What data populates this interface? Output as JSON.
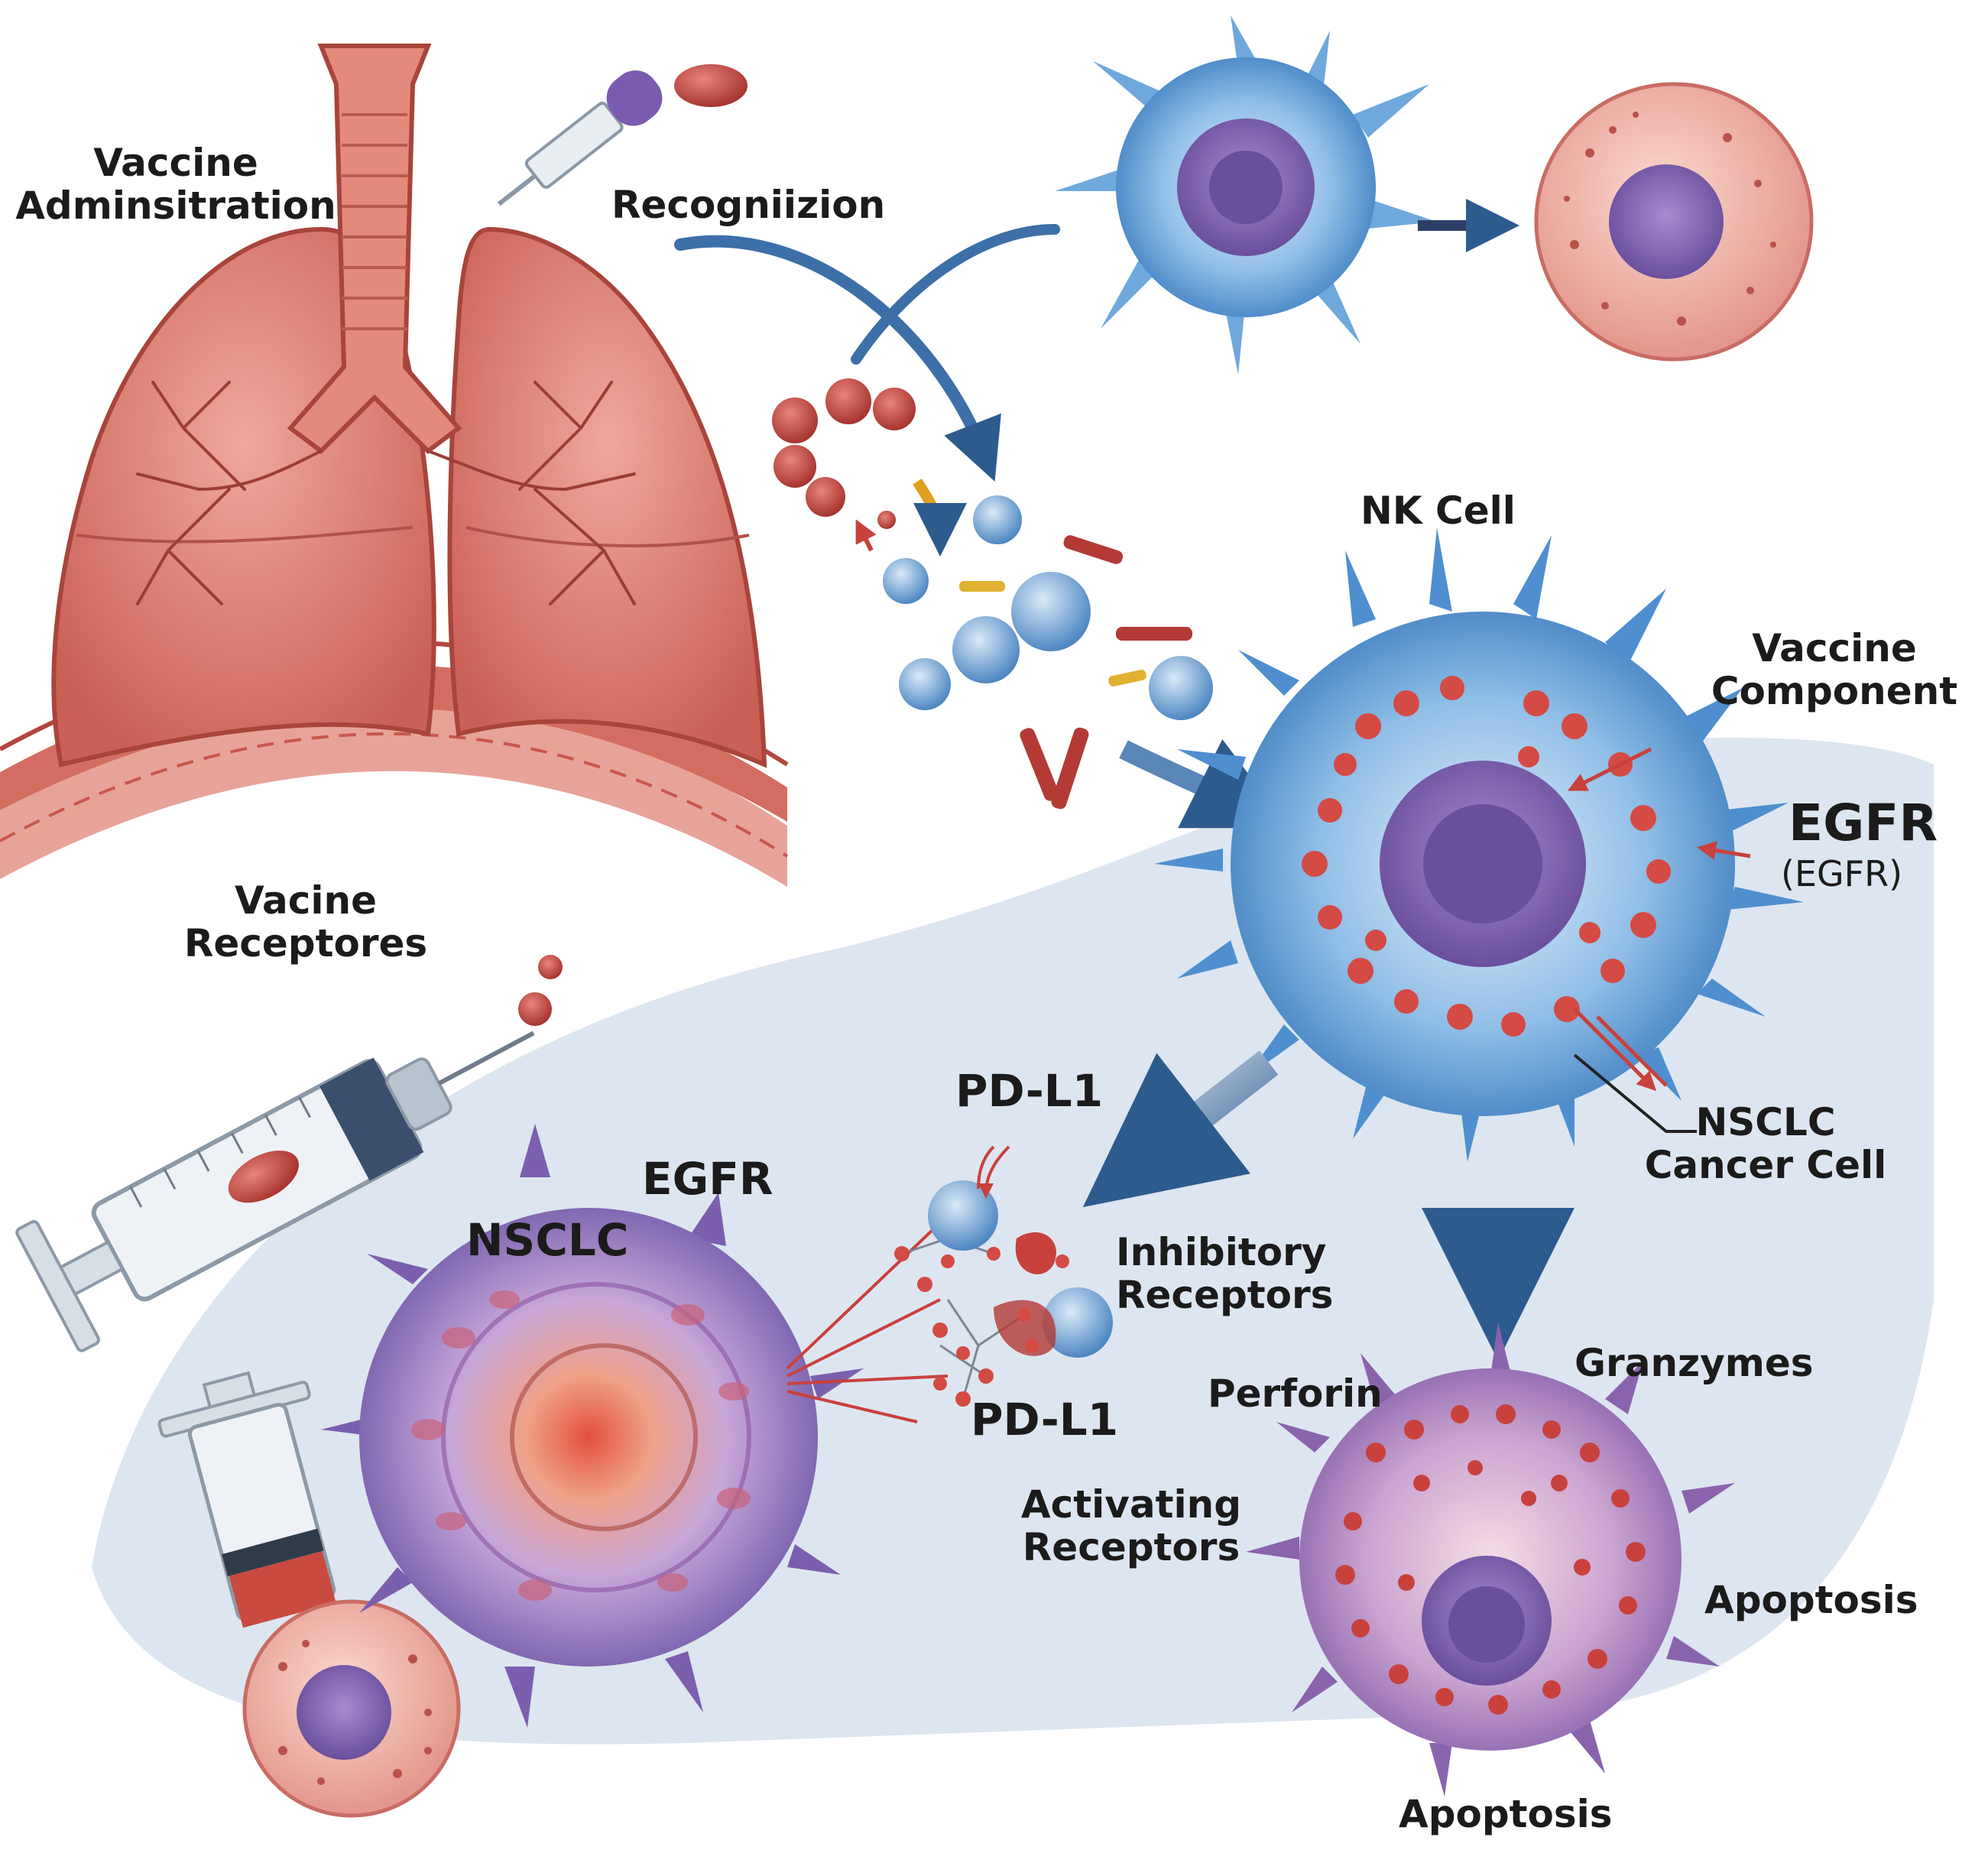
{
  "labels": {
    "vaccine_administration": [
      "Vaccine",
      "Adminsitration"
    ],
    "recognition": "Recogniizion",
    "nk_cell": "NK Cell",
    "vaccine_receptors": [
      "Vacine",
      "Receptores"
    ],
    "vaccine_component": [
      "Vaccine",
      "Component"
    ],
    "egfr_right": "EGFR",
    "egfr_right_sub": "(EGFR)",
    "nsclc_cancer_cell": [
      "NSCLC",
      "Cancer Cell"
    ],
    "pd_l1_top": "PD-L1",
    "egfr_left": "EGFR",
    "nsclc_left": "NSCLC",
    "inhibitory_receptors": [
      "Inhibitory",
      "Receptors"
    ],
    "pd_l1_bottom": "PD-L1",
    "perforin": "Perforin",
    "granzymes": "Granzymes",
    "activating_receptors": [
      "Activating",
      "Receptors"
    ],
    "apoptosis_right": "Apoptosis",
    "apoptosis_bottom": "Apoptosis"
  },
  "colors": {
    "background_panel": "#dde6f0",
    "lung": "#d9786d",
    "nk_cell": "#5b9bd5",
    "nucleus": "#8e6bb5",
    "granule": "#c8413d",
    "cancer_cell": "#8a6fb8",
    "arrow": "#2e5b8e"
  }
}
